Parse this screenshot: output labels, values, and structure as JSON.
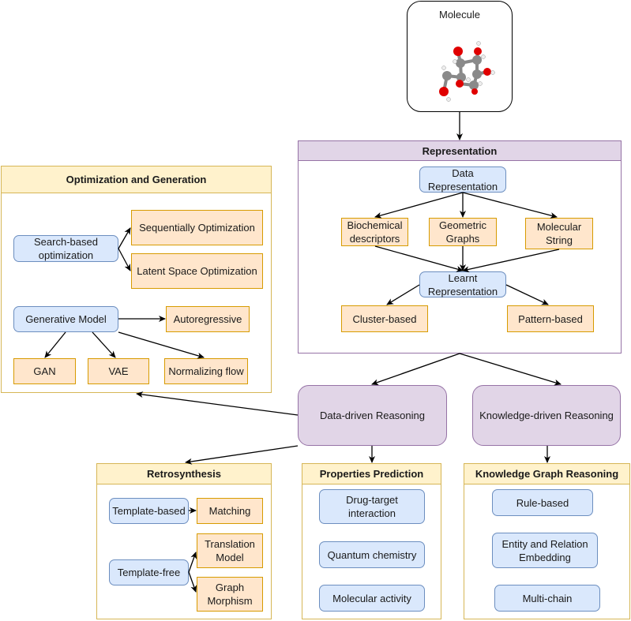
{
  "molecule": {
    "title": "Molecule",
    "image": "glucose-ball-and-stick-icon"
  },
  "representation": {
    "title": "Representation",
    "data_representation": "Data\nRepresentation",
    "biochemical": "Biochemical\ndescriptors",
    "geometric": "Geometric\nGraphs",
    "molecular_string": "Molecular\nString",
    "learnt": "Learnt\nRepresentation",
    "cluster": "Cluster-based",
    "pattern": "Pattern-based"
  },
  "optimization": {
    "title": "Optimization and Generation",
    "search_based": "Search-based\noptimization",
    "sequential": "Sequentially Optimization",
    "latent": "Latent Space Optimization",
    "generative": "Generative Model",
    "autoregressive": "Autoregressive",
    "gan": "GAN",
    "vae": "VAE",
    "normalizing": "Normalizing flow"
  },
  "reasoning": {
    "data_driven": "Data-driven Reasoning",
    "knowledge_driven": "Knowledge-driven Reasoning"
  },
  "retrosynthesis": {
    "title": "Retrosynthesis",
    "template_based": "Template-based",
    "matching": "Matching",
    "template_free": "Template-free",
    "translation": "Translation\nModel",
    "graph_morphism": "Graph\nMorphism"
  },
  "properties": {
    "title": "Properties Prediction",
    "items": [
      "Drug-target\ninteraction",
      "Quantum chemistry",
      "Molecular activity"
    ]
  },
  "kg": {
    "title": "Knowledge Graph Reasoning",
    "items": [
      "Rule-based",
      "Entity and Relation\nEmbedding",
      "Multi-chain"
    ]
  },
  "colors": {
    "blue_fill": "#dae8fc",
    "blue_stroke": "#6c8ebf",
    "orange_fill": "#ffe6cc",
    "orange_stroke": "#d79b00",
    "yellow_fill": "#fff2cc",
    "yellow_stroke": "#d6b656",
    "purple_fill": "#e1d5e7",
    "purple_stroke": "#9673a6"
  }
}
